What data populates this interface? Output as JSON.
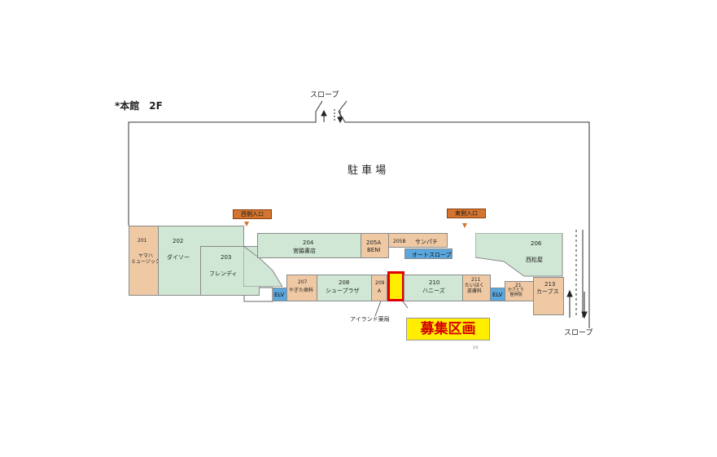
{
  "floor_label": "*本館　2F",
  "parking_label": "駐 車 場",
  "slope_top_label": "スロープ",
  "slope_bottom_label": "スロープ",
  "entrances": {
    "west": "西側入口",
    "east": "東側入口"
  },
  "units": {
    "u201": {
      "number": "201",
      "name": "ヤマハ\nミュージック"
    },
    "u202": {
      "number": "202",
      "name": "ダイソー"
    },
    "u203": {
      "number": "203",
      "name": "フレンディ"
    },
    "u204": {
      "number": "204",
      "name": "宮脇書店"
    },
    "u205a": {
      "number": "205A",
      "name": "BENI"
    },
    "u205b": {
      "number": "205B",
      "name": "サンパチ"
    },
    "u206": {
      "number": "206",
      "name": "西松屋"
    },
    "u207": {
      "number": "207",
      "name": "やぎた歯科"
    },
    "u208": {
      "number": "208",
      "name": "シュープラザ"
    },
    "u209": {
      "number": "209",
      "name": "A"
    },
    "u210": {
      "number": "210",
      "name": "ハニーズ"
    },
    "u211": {
      "number": "211",
      "name": "たいはく\n皮膚科"
    },
    "u212": {
      "number": "21",
      "name": "かざとり\n整骨院"
    },
    "u213": {
      "number": "213",
      "name": "カーブス"
    }
  },
  "auto_slope": "オートスロープ",
  "elv": "ELV",
  "pharmacy_label": "アイランド薬局",
  "recruit_label": "募集区画",
  "stray_mark": "2/4"
}
